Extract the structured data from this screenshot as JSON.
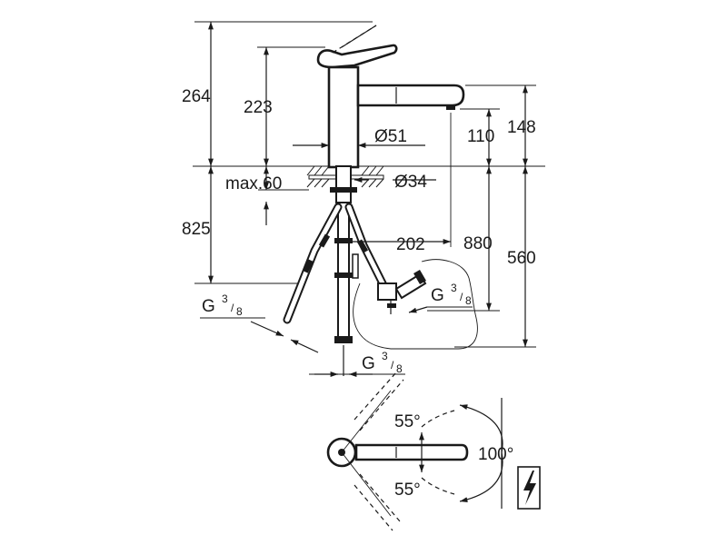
{
  "dimensions": {
    "total_height": "264",
    "lever_height": "223",
    "spout_height": "110",
    "outlet_height": "148",
    "body_diameter": "Ø51",
    "hole_diameter": "Ø34",
    "max_deck_thickness": "max.60",
    "hose_length_left": "825",
    "hose_length_right": "880",
    "spout_reach": "202",
    "spout_depth": "560"
  },
  "threads": {
    "left": {
      "main": "G",
      "num": "3",
      "den": "8"
    },
    "right": {
      "main": "G",
      "num": "3",
      "den": "8"
    },
    "center": {
      "main": "G",
      "num": "3",
      "den": "8"
    }
  },
  "angles": {
    "upper": "55°",
    "lower": "55°",
    "swivel": "100°"
  },
  "icons": [
    "electric-hazard-icon"
  ]
}
